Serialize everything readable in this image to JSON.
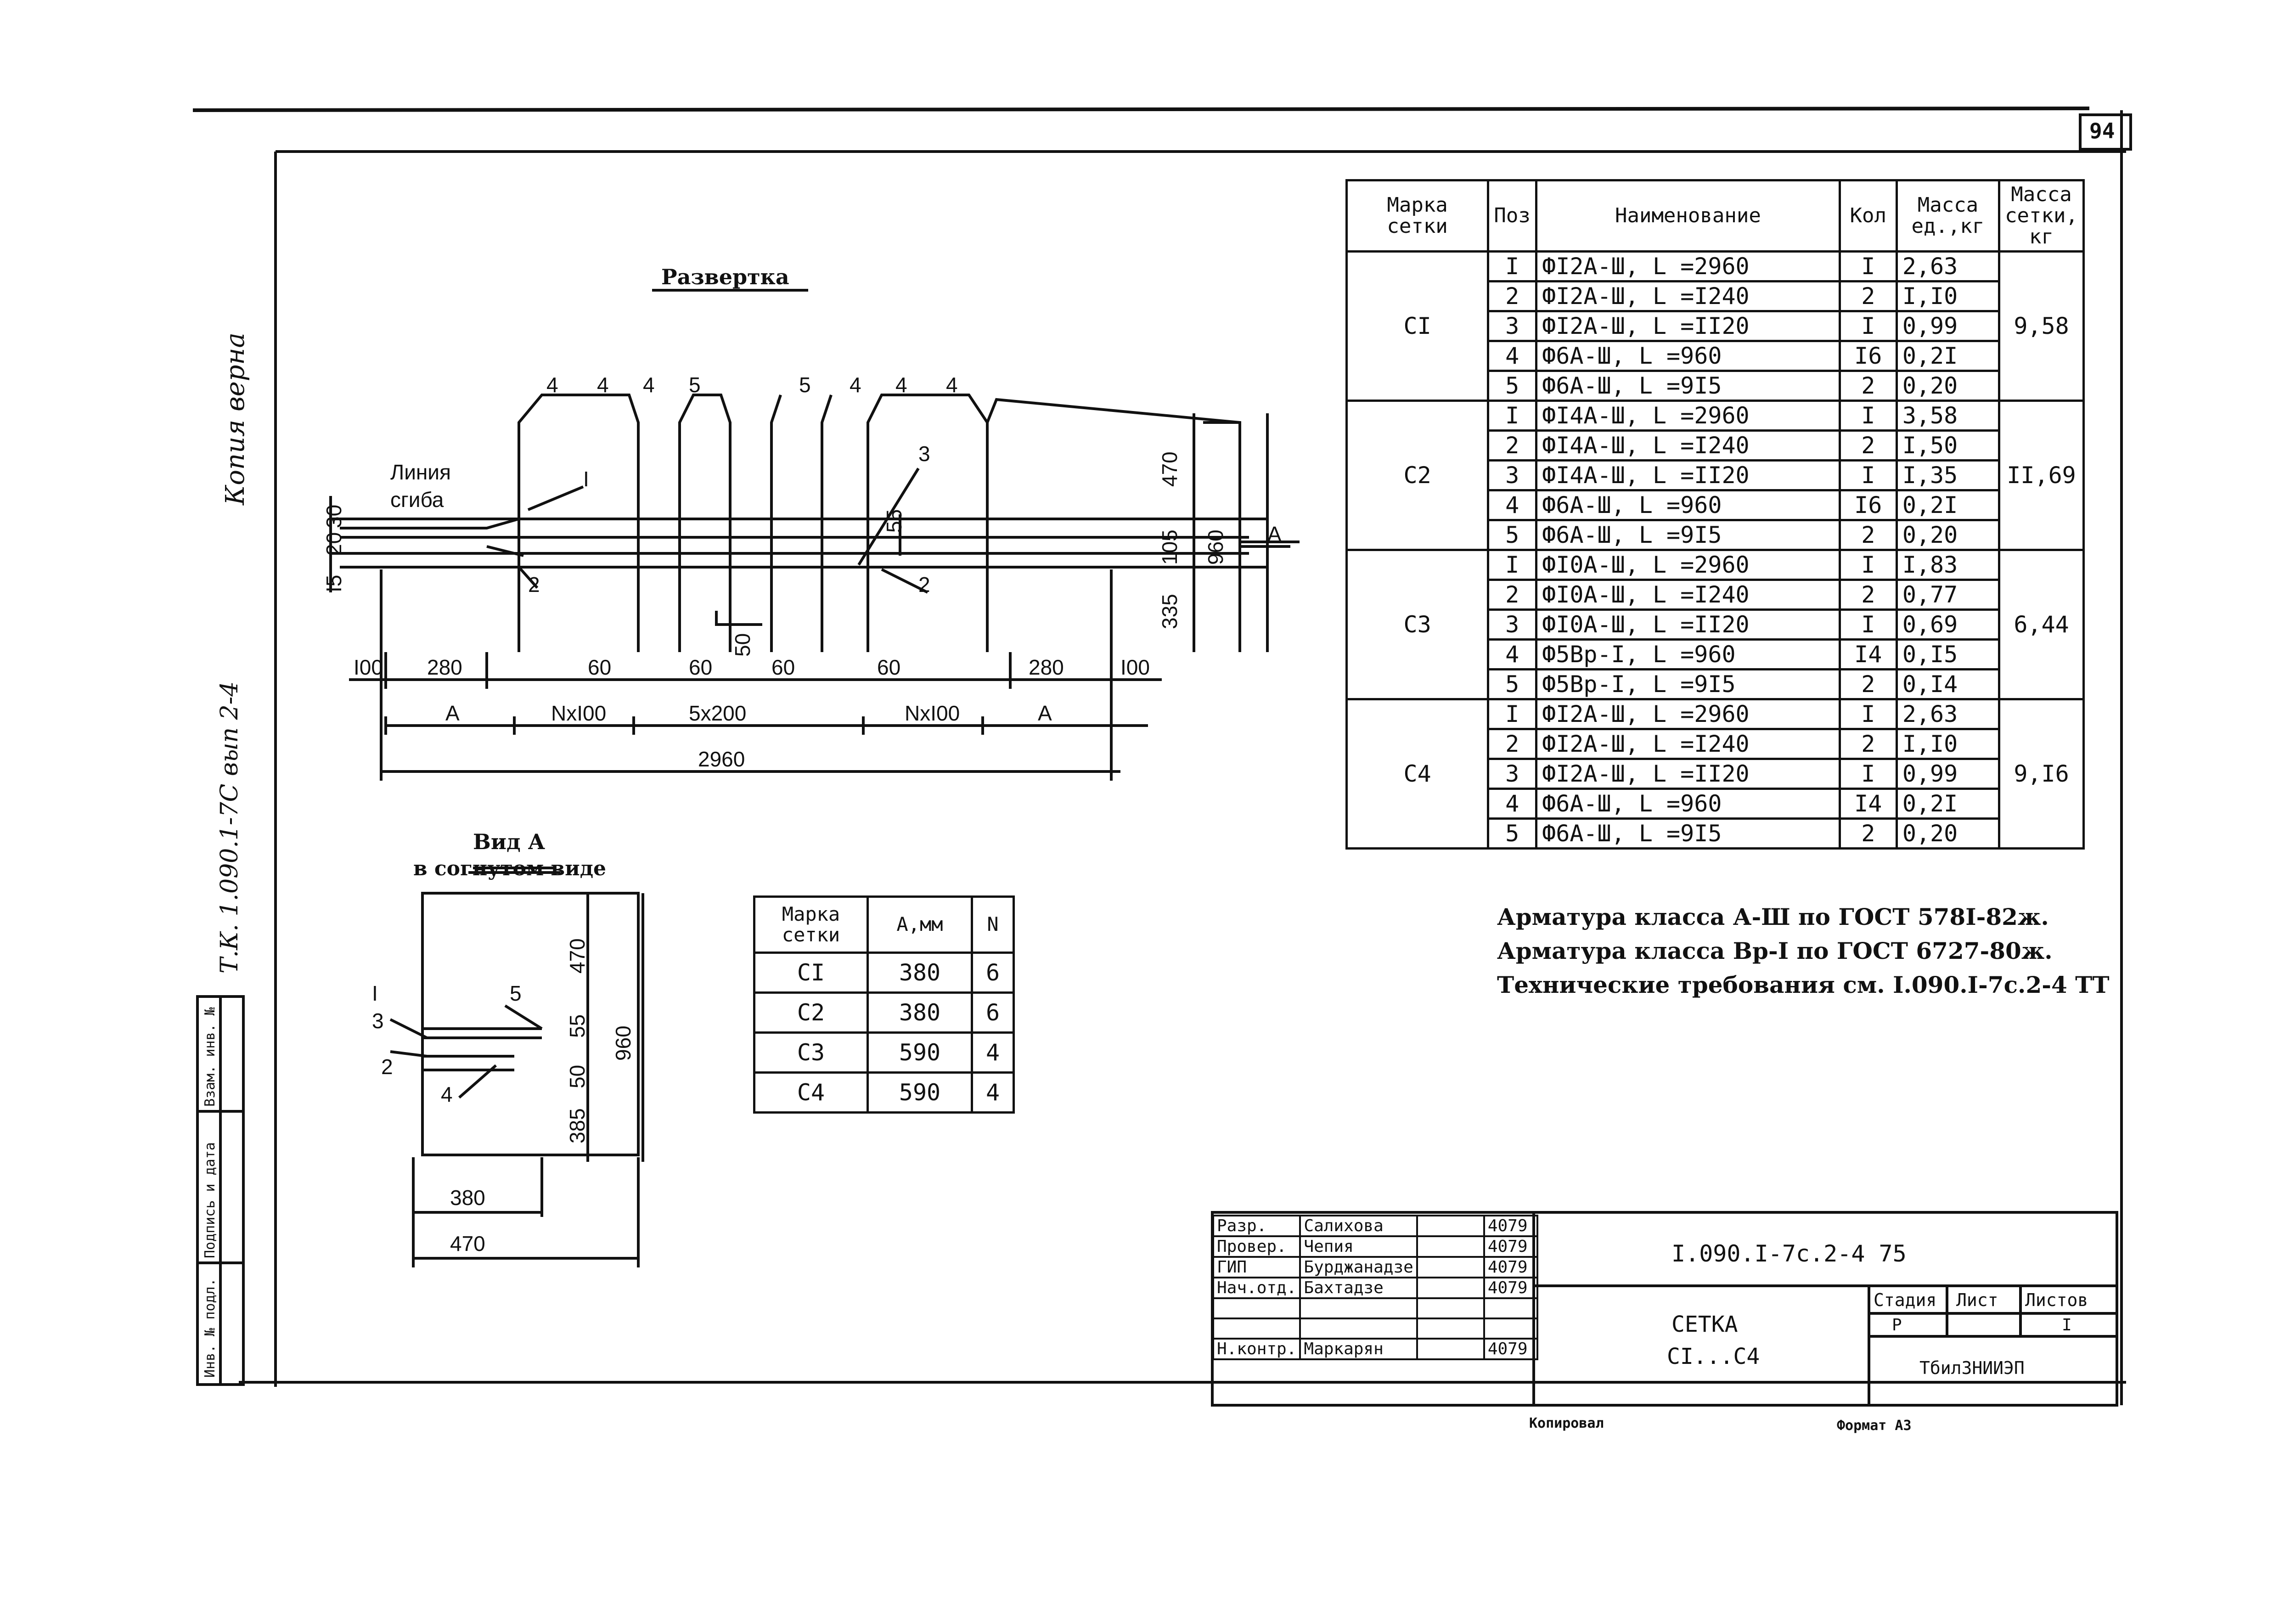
{
  "sheet_number": "94",
  "side_note": "Копия верна",
  "side_note_2": "Т.К. 1.090.1-7С вып 2-4",
  "left_stamp_labels": [
    "Инв. № подл.",
    "Подпись и дата",
    "Взам. инв. №"
  ],
  "development_view": {
    "title": "Развертка",
    "bend_line_label_1": "Линия",
    "bend_line_label_2": "сгиба",
    "position_callouts_top": [
      "4",
      "4",
      "4",
      "5",
      "5",
      "4",
      "4",
      "4"
    ],
    "callout_1": "I",
    "callout_2": "2",
    "callout_3": "3",
    "callout_2b": "2",
    "dims_left_vertical": [
      "30",
      "20",
      "I5"
    ],
    "dims_right_vertical": [
      "470",
      "105",
      "335",
      "960"
    ],
    "dim_55": "55",
    "dim_50": "50",
    "section_mark": "A",
    "dims_row1": [
      "I00",
      "280",
      "60",
      "60",
      "60",
      "60",
      "280",
      "I00"
    ],
    "dims_row2": [
      "A",
      "NxI00",
      "5x200",
      "NxI00",
      "A"
    ],
    "dim_total": "2960"
  },
  "view_a": {
    "title": "Вид А",
    "subtitle": "в согнутом виде",
    "callouts": [
      "I",
      "3",
      "2",
      "5",
      "4"
    ],
    "dims_vertical": [
      "470",
      "55",
      "50",
      "385",
      "960"
    ],
    "dim_inner": "380",
    "dim_outer": "470"
  },
  "a_table": {
    "headers": [
      "Марка сетки",
      "А,мм",
      "N"
    ],
    "rows": [
      [
        "CI",
        "380",
        "6"
      ],
      [
        "C2",
        "380",
        "6"
      ],
      [
        "C3",
        "590",
        "4"
      ],
      [
        "C4",
        "590",
        "4"
      ]
    ]
  },
  "spec_table": {
    "headers": [
      "Марка сетки",
      "Поз",
      "Наименование",
      "Кол",
      "Масса ед.,кг",
      "Масса сетки, кг"
    ],
    "groups": [
      {
        "mark": "CI",
        "mass_total": "9,58",
        "rows": [
          [
            "I",
            "ФI2А-Ш, L =2960",
            "I",
            "2,63"
          ],
          [
            "2",
            "ФI2А-Ш, L =I240",
            "2",
            "I,I0"
          ],
          [
            "3",
            "ФI2А-Ш, L =II20",
            "I",
            "0,99"
          ],
          [
            "4",
            "Ф6А-Ш, L =960",
            "I6",
            "0,2I"
          ],
          [
            "5",
            "Ф6А-Ш, L =9I5",
            "2",
            "0,20"
          ]
        ]
      },
      {
        "mark": "C2",
        "mass_total": "II,69",
        "rows": [
          [
            "I",
            "ФI4А-Ш, L =2960",
            "I",
            "3,58"
          ],
          [
            "2",
            "ФI4А-Ш, L =I240",
            "2",
            "I,50"
          ],
          [
            "3",
            "ФI4А-Ш, L =II20",
            "I",
            "I,35"
          ],
          [
            "4",
            "Ф6А-Ш, L =960",
            "I6",
            "0,2I"
          ],
          [
            "5",
            "Ф6А-Ш, L =9I5",
            "2",
            "0,20"
          ]
        ]
      },
      {
        "mark": "C3",
        "mass_total": "6,44",
        "rows": [
          [
            "I",
            "ФI0А-Ш, L =2960",
            "I",
            "I,83"
          ],
          [
            "2",
            "ФI0А-Ш, L =I240",
            "2",
            "0,77"
          ],
          [
            "3",
            "ФI0А-Ш, L =II20",
            "I",
            "0,69"
          ],
          [
            "4",
            "Ф5Вр-I, L =960",
            "I4",
            "0,I5"
          ],
          [
            "5",
            "Ф5Вр-I, L =9I5",
            "2",
            "0,I4"
          ]
        ]
      },
      {
        "mark": "C4",
        "mass_total": "9,I6",
        "rows": [
          [
            "I",
            "ФI2А-Ш, L =2960",
            "I",
            "2,63"
          ],
          [
            "2",
            "ФI2А-Ш, L =I240",
            "2",
            "I,I0"
          ],
          [
            "3",
            "ФI2А-Ш, L =II20",
            "I",
            "0,99"
          ],
          [
            "4",
            "Ф6А-Ш, L =960",
            "I4",
            "0,2I"
          ],
          [
            "5",
            "Ф6А-Ш, L =9I5",
            "2",
            "0,20"
          ]
        ]
      }
    ]
  },
  "notes": [
    "Арматура класса А-Ш по ГОСТ 578I-82ж.",
    "Арматура класса Вр-I по ГОСТ 6727-80ж.",
    "Технические требования см. I.090.I-7с.2-4 ТТ"
  ],
  "title_block": {
    "doc_code": "I.090.I-7с.2-4 75",
    "title_1": "СЕТКА",
    "title_2": "CI...C4",
    "stage_label": "Стадия",
    "sheet_label": "Лист",
    "sheets_label": "Листов",
    "stage_value": "Р",
    "sheets_value": "I",
    "organization": "ТбилЗНИИЭП",
    "people": [
      {
        "role": "Разр.",
        "name": "Салихова",
        "date": "4079"
      },
      {
        "role": "Провер.",
        "name": "Чепия",
        "date": "4079"
      },
      {
        "role": "ГИП",
        "name": "Бурджанадзе",
        "date": "4079"
      },
      {
        "role": "Нач.отд.",
        "name": "Бахтадзе",
        "date": "4079"
      },
      {
        "role": "",
        "name": "",
        "date": ""
      },
      {
        "role": "",
        "name": "",
        "date": ""
      },
      {
        "role": "Н.контр.",
        "name": "Маркарян",
        "date": "4079"
      }
    ]
  },
  "footer_copied": "Копировал",
  "footer_format": "Формат А3"
}
